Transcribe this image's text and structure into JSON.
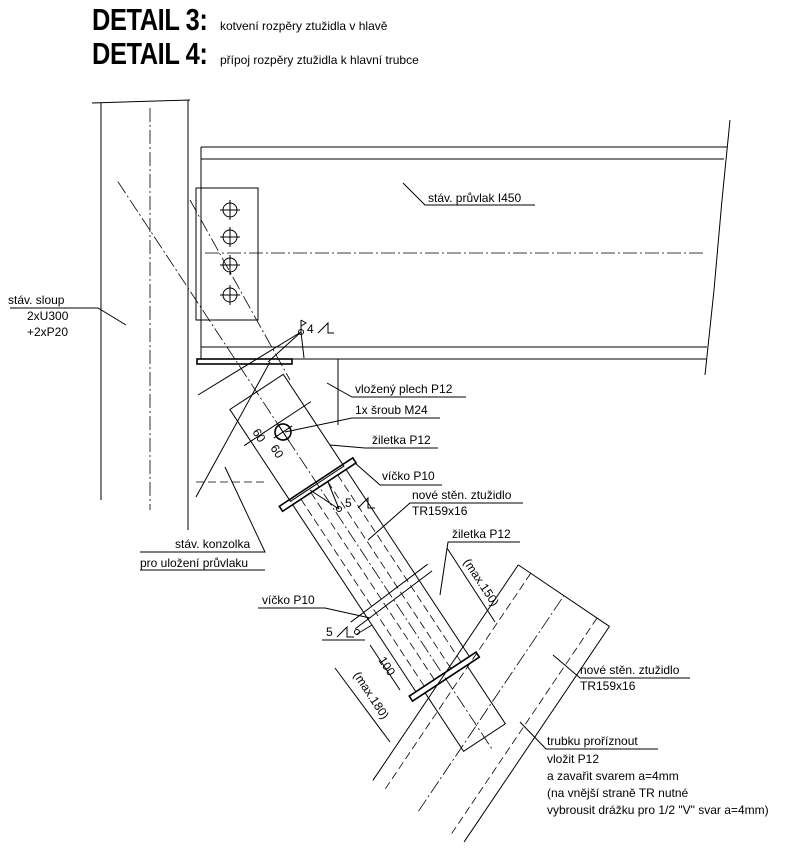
{
  "header": {
    "detail3_label": "DETAIL 3:",
    "detail3_text": "kotvení rozpěry ztužidla v hlavě",
    "detail4_label": "DETAIL 4:",
    "detail4_text": "přípoj rozpěry ztužidla k hlavní trubce"
  },
  "labels": {
    "beam": "stáv. průvlak I450",
    "column_1": "stáv. sloup",
    "column_2": "2xU300",
    "column_3": "+2xP20",
    "weld_top": "4",
    "inserted_plate": "vložený plech P12",
    "bolt": "1x šroub M24",
    "gusset_1": "žiletka P12",
    "cap_1": "víčko P10",
    "weld_mid": "5",
    "brace_1a": "nové stěn. ztužidlo",
    "brace_1b": "TR159x16",
    "bracket_1": "stáv. konzolka",
    "bracket_2": "pro uložení průvlaku",
    "gusset_2": "žiletka P12",
    "cap_2": "víčko P10",
    "weld_low": "5",
    "brace_2a": "nové stěn. ztužidlo",
    "brace_2b": "TR159x16",
    "dim_60a": "60",
    "dim_60b": "60",
    "dim_100": "100",
    "dim_max150": "(max.150)",
    "dim_max180": "(max.180)",
    "note_1": "trubku proříznout",
    "note_2": "vložit P12",
    "note_3": "a zavařit svarem a=4mm",
    "note_4": "(na vnější straně TR nutné",
    "note_5": "vybrousit drážku pro 1/2 \"V\" svar a=4mm)"
  }
}
